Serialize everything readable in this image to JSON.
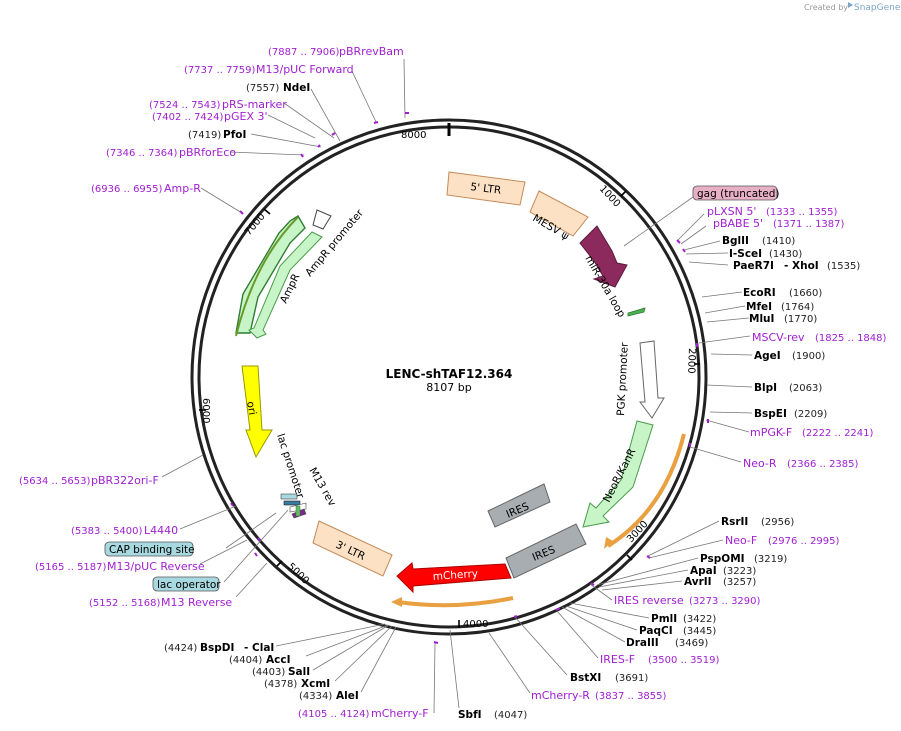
{
  "credit": {
    "prefix": "Created by",
    "brand": "SnapGene"
  },
  "plasmid": {
    "name": "LENC-shTAF12.364",
    "length_label": "8107 bp"
  },
  "ticks": [
    "1000",
    "2000",
    "3000",
    "4000",
    "5000",
    "6000",
    "7000",
    "8000"
  ],
  "enzymes": [
    {
      "id": "ndei",
      "name": "NdeI",
      "pos": "(7557)"
    },
    {
      "id": "pfoi",
      "name": "PfoI",
      "pos": "(7419)"
    },
    {
      "id": "bglii",
      "name": "BglII",
      "pos": "(1410)"
    },
    {
      "id": "i-scei",
      "name": "I-SceI",
      "pos": "(1430)"
    },
    {
      "id": "paer7i",
      "name": "PaeR7I",
      "pos": ""
    },
    {
      "id": "xhoi",
      "name": "- XhoI",
      "pos": "(1535)"
    },
    {
      "id": "ecori",
      "name": "EcoRI",
      "pos": "(1660)"
    },
    {
      "id": "mfei",
      "name": "MfeI",
      "pos": "(1764)"
    },
    {
      "id": "mlui",
      "name": "MluI",
      "pos": "(1770)"
    },
    {
      "id": "agei",
      "name": "AgeI",
      "pos": "(1900)"
    },
    {
      "id": "blpi",
      "name": "BlpI",
      "pos": "(2063)"
    },
    {
      "id": "bspei",
      "name": "BspEI",
      "pos": "(2209)"
    },
    {
      "id": "rsrii",
      "name": "RsrII",
      "pos": "(2956)"
    },
    {
      "id": "pspomi",
      "name": "PspOMI",
      "pos": "(3219)"
    },
    {
      "id": "apai",
      "name": "ApaI",
      "pos": "(3223)"
    },
    {
      "id": "avrii",
      "name": "AvrII",
      "pos": "(3257)"
    },
    {
      "id": "pmli",
      "name": "PmlI",
      "pos": "(3422)"
    },
    {
      "id": "paqci",
      "name": "PaqCI",
      "pos": "(3445)"
    },
    {
      "id": "draiii",
      "name": "DraIII",
      "pos": "(3469)"
    },
    {
      "id": "bstxi",
      "name": "BstXI",
      "pos": "(3691)"
    },
    {
      "id": "sbfi",
      "name": "SbfI",
      "pos": "(4047)"
    },
    {
      "id": "alei",
      "name": "AleI",
      "pos": "(4334)"
    },
    {
      "id": "xcmi",
      "name": "XcmI",
      "pos": "(4378)"
    },
    {
      "id": "sali",
      "name": "SalI",
      "pos": "(4403)"
    },
    {
      "id": "acci",
      "name": "AccI",
      "pos": "(4404)"
    },
    {
      "id": "bspdi",
      "name": "BspDI",
      "pos": "(4424)"
    },
    {
      "id": "clai",
      "name": "- ClaI",
      "pos": ""
    }
  ],
  "primers": [
    {
      "id": "pbrrevbam",
      "name": "pBRrevBam",
      "pos": "(7887 .. 7906)"
    },
    {
      "id": "m13-puc-forward",
      "name": "M13/pUC Forward",
      "pos": "(7737 .. 7759)"
    },
    {
      "id": "prs-marker",
      "name": "pRS-marker",
      "pos": "(7524 .. 7543)"
    },
    {
      "id": "pgex-3",
      "name": "pGEX 3'",
      "pos": "(7402 .. 7424)"
    },
    {
      "id": "pbrforeco",
      "name": "pBRforEco",
      "pos": "(7346 .. 7364)"
    },
    {
      "id": "amp-r",
      "name": "Amp-R",
      "pos": "(6936 .. 6955)"
    },
    {
      "id": "plxsn-5",
      "name": "pLXSN 5'",
      "pos": "(1333 .. 1355)"
    },
    {
      "id": "pbabe-5",
      "name": "pBABE 5'",
      "pos": "(1371 .. 1387)"
    },
    {
      "id": "mscv-rev",
      "name": "MSCV-rev",
      "pos": "(1825 .. 1848)"
    },
    {
      "id": "mpgk-f",
      "name": "mPGK-F",
      "pos": "(2222 .. 2241)"
    },
    {
      "id": "neo-r",
      "name": "Neo-R",
      "pos": "(2366 .. 2385)"
    },
    {
      "id": "neo-f",
      "name": "Neo-F",
      "pos": "(2976 .. 2995)"
    },
    {
      "id": "ires-reverse",
      "name": "IRES reverse",
      "pos": "(3273 .. 3290)"
    },
    {
      "id": "ires-f",
      "name": "IRES-F",
      "pos": "(3500 .. 3519)"
    },
    {
      "id": "mcherry-r",
      "name": "mCherry-R",
      "pos": "(3837 .. 3855)"
    },
    {
      "id": "mcherry-f",
      "name": "mCherry-F",
      "pos": "(4105 .. 4124)"
    },
    {
      "id": "pbr322ori-f",
      "name": "pBR322ori-F",
      "pos": "(5634 .. 5653)"
    },
    {
      "id": "l4440",
      "name": "L4440",
      "pos": "(5383 .. 5400)"
    },
    {
      "id": "m13-puc-reverse",
      "name": "M13/pUC Reverse",
      "pos": "(5165 .. 5187)"
    },
    {
      "id": "m13-reverse",
      "name": "M13 Reverse",
      "pos": "(5152 .. 5168)"
    }
  ],
  "boxes": [
    {
      "id": "gag-truncated",
      "label": "gag (truncated)"
    },
    {
      "id": "cap-binding-site",
      "label": "CAP binding site"
    },
    {
      "id": "lac-operator",
      "label": "lac operator"
    }
  ],
  "features": {
    "ltr5": "5' LTR",
    "mesv": "MESV ψ",
    "mir30a": "miR-30a loop",
    "pgk": "PGK promoter",
    "neokan": "NeoR/KanR",
    "ires1": "IRES",
    "ires2": "IRES",
    "mcherry": "mCherry",
    "ltr3": "3' LTR",
    "ori": "ori",
    "lacprom": "lac promoter",
    "m13rev": "M13 rev",
    "ampr": "AmpR",
    "amprprom": "AmpR promoter"
  },
  "colors": {
    "ltr": "#fde1c4",
    "mir": "#8c2a5e",
    "promoter": "#ffffff",
    "neo": "#c8f5c8",
    "ires": "#a8adb2",
    "mcherry": "#ff0000",
    "ori": "#ffff00",
    "amp": "#c8f5c8",
    "orf": "#f5c270",
    "primer": "#a020d0",
    "gag_box": "#e8b0c4",
    "lac_box": "#a8d8e0"
  }
}
